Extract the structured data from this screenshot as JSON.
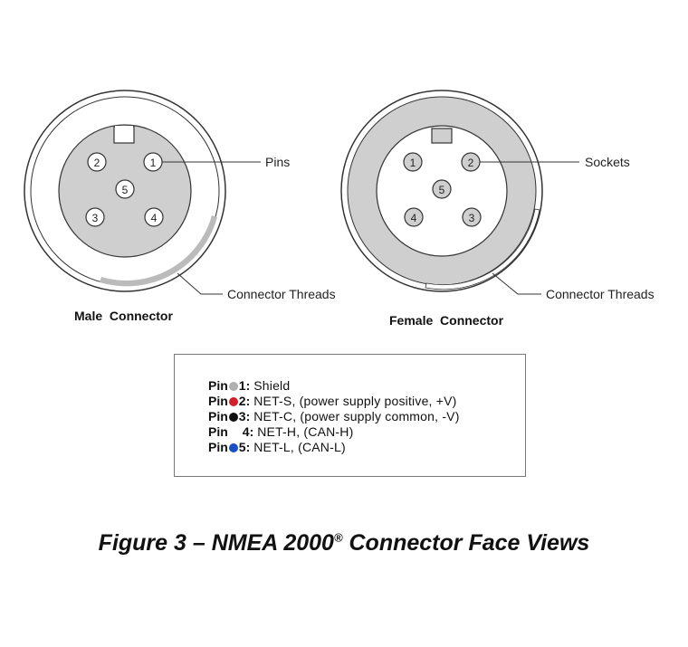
{
  "male": {
    "name": "Male  Connector",
    "pins_label": "Pins",
    "threads_label": "Connector Threads",
    "pins": [
      "1",
      "2",
      "3",
      "4",
      "5"
    ]
  },
  "female": {
    "name": "Female  Connector",
    "sockets_label": "Sockets",
    "threads_label": "Connector Threads",
    "pins": [
      "1",
      "2",
      "3",
      "4",
      "5"
    ]
  },
  "legend": [
    {
      "pin_word": "Pin",
      "number": "1:",
      "desc": "Shield",
      "color": "#b0b0b0"
    },
    {
      "pin_word": "Pin",
      "number": "2:",
      "desc": "NET-S, (power supply positive, +V)",
      "color": "#d0202a"
    },
    {
      "pin_word": "Pin",
      "number": "3:",
      "desc": "NET-C, (power supply common, -V)",
      "color": "#111111"
    },
    {
      "pin_word": "Pin",
      "number": "4:",
      "desc": "NET-H, (CAN-H)",
      "color": ""
    },
    {
      "pin_word": "Pin",
      "number": "5:",
      "desc": "NET-L, (CAN-L)",
      "color": "#1a4fc4"
    }
  ],
  "caption": {
    "text": "Figure 3 – NMEA 2000",
    "registered": "®",
    "suffix": " Connector Face Views"
  }
}
